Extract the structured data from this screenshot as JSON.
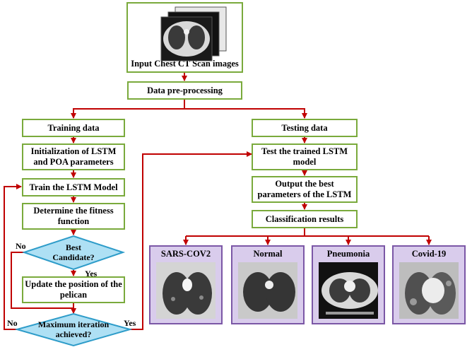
{
  "nodes": {
    "input_images": "Input Chest CT Scan images",
    "preprocessing": "Data pre-processing",
    "training_data": "Training data",
    "init_lstm_poa": "Initialization of LSTM and POA parameters",
    "train_lstm": "Train the LSTM Model",
    "fitness": "Determine the fitness function",
    "best_candidate": "Best Candidate?",
    "update_pelican": "Update the position of the pelican",
    "max_iteration": "Maximum iteration achieved?",
    "testing_data": "Testing data",
    "test_lstm": "Test the trained LSTM model",
    "output_params": "Output the best parameters of the LSTM",
    "classification": "Classification results"
  },
  "edge_labels": {
    "best_no": "No",
    "best_yes": "Yes",
    "max_no": "No",
    "max_yes": "Yes"
  },
  "classes": [
    "SARS-COV2",
    "Normal",
    "Pneumonia",
    "Covid-19"
  ],
  "colors": {
    "box_border": "#7aaa3c",
    "arrow": "#c00000",
    "decision_fill": "#aee0f4",
    "decision_border": "#2e9cc9",
    "class_fill": "#d9ccec",
    "class_border": "#7b57a6"
  }
}
